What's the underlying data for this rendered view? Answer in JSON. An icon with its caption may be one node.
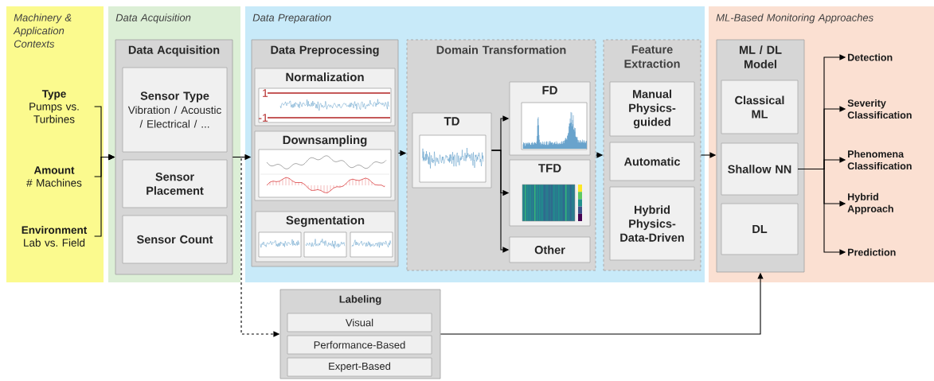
{
  "diagram": {
    "nodes": [
      {
        "text": [
          "Machinery & Application Contexts"
        ]
      },
      {
        "text": [
          "Type",
          "Pumps vs. Turbines"
        ],
        "in": 0
      },
      {
        "text": [
          "Amount",
          "# Machines"
        ],
        "in": 0
      },
      {
        "text": [
          "Environment",
          "Lab vs. Field"
        ],
        "in": 0
      },
      {
        "text": [
          "Data Acquisition"
        ]
      },
      {
        "text": [
          "Data Acquisition"
        ],
        "in": 4
      },
      {
        "text": [
          "Sensor Type",
          "Vibration / Acoustic / Electrical / ..."
        ],
        "in": 5
      },
      {
        "text": [
          "Sensor Placement"
        ],
        "in": 5
      },
      {
        "text": [
          "Sensor Count"
        ],
        "in": 5
      },
      {
        "text": [
          "Data Preparation"
        ]
      },
      {
        "text": [
          "Data Preprocessing"
        ],
        "in": 9
      },
      {
        "text": [
          "Normalization",
          "1",
          "-1"
        ],
        "in": 10
      },
      {
        "text": [
          "Downsampling"
        ],
        "in": 10
      },
      {
        "text": [
          "Segmentation"
        ],
        "in": 10
      },
      {
        "text": [
          "Domain Transformation"
        ],
        "in": 9
      },
      {
        "text": [
          "TD"
        ],
        "in": 14
      },
      {
        "text": [
          "FD"
        ],
        "in": 14
      },
      {
        "text": [
          "TFD"
        ],
        "in": 14
      },
      {
        "text": [
          "Other"
        ],
        "in": 14
      },
      {
        "text": [
          "Feature Extraction"
        ],
        "in": 9
      },
      {
        "text": [
          "Manual Physics-guided"
        ],
        "in": 19
      },
      {
        "text": [
          "Automatic"
        ],
        "in": 19
      },
      {
        "text": [
          "Hybrid Physics-Data-Driven"
        ],
        "in": 19
      },
      {
        "text": [
          "ML-Based Monitoring Approaches"
        ]
      },
      {
        "text": [
          "ML / DL Model"
        ],
        "in": 23
      },
      {
        "text": [
          "Classical ML"
        ],
        "in": 24
      },
      {
        "text": [
          "Shallow NN"
        ],
        "in": 24
      },
      {
        "text": [
          "DL"
        ],
        "in": 24
      },
      {
        "text": [
          "Detection"
        ],
        "in": 23
      },
      {
        "text": [
          "Severity Classification"
        ],
        "in": 23
      },
      {
        "text": [
          "Phenomena Classification"
        ],
        "in": 23
      },
      {
        "text": [
          "Hybrid Approach"
        ],
        "in": 23
      },
      {
        "text": [
          "Prediction"
        ],
        "in": 23
      },
      {
        "text": [
          "Labeling"
        ]
      },
      {
        "text": [
          "Visual"
        ],
        "in": 33
      },
      {
        "text": [
          "Performance-Based"
        ],
        "in": 33
      },
      {
        "text": [
          "Expert-Based"
        ],
        "in": 33
      }
    ],
    "edges": [
      {
        "from": 1,
        "to": 5,
        "arrow": "to"
      },
      {
        "from": 2,
        "to": 5,
        "arrow": "to"
      },
      {
        "from": 3,
        "to": 5,
        "arrow": "to"
      },
      {
        "from": 5,
        "to": 10,
        "arrow": "to"
      },
      {
        "from": 5,
        "to": 33,
        "arrow": "to",
        "style": "dashed"
      },
      {
        "from": 10,
        "to": 14,
        "arrow": "to"
      },
      {
        "from": 15,
        "to": 16,
        "arrow": "to"
      },
      {
        "from": 15,
        "to": 17,
        "arrow": "to"
      },
      {
        "from": 15,
        "to": 18,
        "arrow": "to"
      },
      {
        "from": 14,
        "to": 19,
        "arrow": "to"
      },
      {
        "from": 19,
        "to": 24,
        "arrow": "to"
      },
      {
        "from": 26,
        "to": 28,
        "arrow": "to"
      },
      {
        "from": 26,
        "to": 29,
        "arrow": "to"
      },
      {
        "from": 26,
        "to": 30,
        "arrow": "to"
      },
      {
        "from": 26,
        "to": 31,
        "arrow": "to"
      },
      {
        "from": 26,
        "to": 32,
        "arrow": "to"
      },
      {
        "from": 33,
        "to": 24,
        "arrow": "to"
      }
    ]
  }
}
